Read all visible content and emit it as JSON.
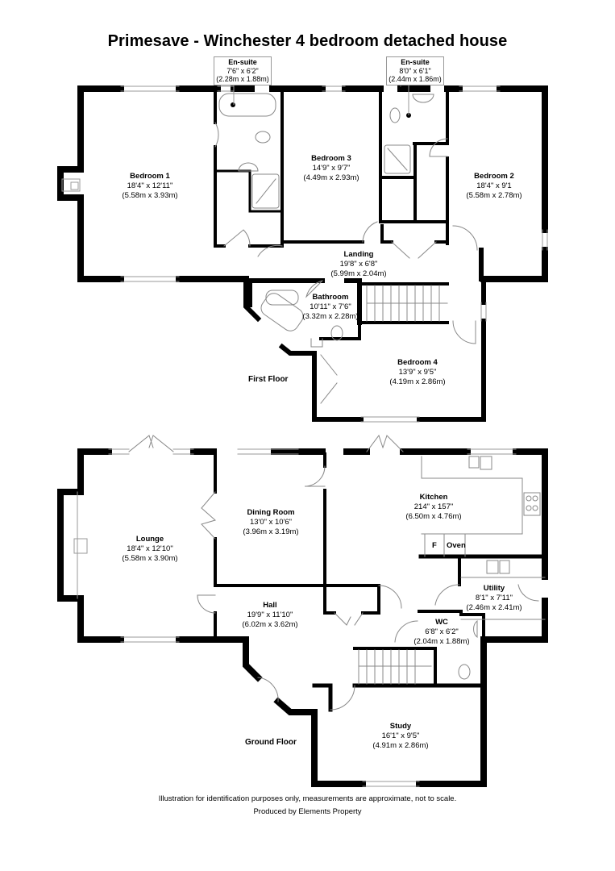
{
  "title": "Primesave - Winchester 4 bedroom detached house",
  "floors": {
    "first": {
      "label": "First Floor",
      "rooms": {
        "ensuite1": {
          "name": "En-suite",
          "imperial": "7'6\" x 6'2\"",
          "metric": "(2.28m x 1.88m)"
        },
        "ensuite2": {
          "name": "En-suite",
          "imperial": "8'0\" x 6'1\"",
          "metric": "(2.44m x 1.86m)"
        },
        "bedroom1": {
          "name": "Bedroom 1",
          "imperial": "18'4\" x 12'11\"",
          "metric": "(5.58m x 3.93m)"
        },
        "bedroom3": {
          "name": "Bedroom 3",
          "imperial": "14'9\" x 9'7\"",
          "metric": "(4.49m x 2.93m)"
        },
        "bedroom2": {
          "name": "Bedroom 2",
          "imperial": "18'4\" x 9'1",
          "metric": "(5.58m x 2.78m)"
        },
        "landing": {
          "name": "Landing",
          "imperial": "19'8\" x 6'8\"",
          "metric": "(5.99m x 2.04m)"
        },
        "bathroom": {
          "name": "Bathroom",
          "imperial": "10'11\" x 7'6\"",
          "metric": "(3.32m x 2.28m)"
        },
        "bedroom4": {
          "name": "Bedroom 4",
          "imperial": "13'9\" x 9'5\"",
          "metric": "(4.19m x 2.86m)"
        }
      }
    },
    "ground": {
      "label": "Ground Floor",
      "rooms": {
        "lounge": {
          "name": "Lounge",
          "imperial": "18'4\" x 12'10\"",
          "metric": "(5.58m x 3.90m)"
        },
        "dining": {
          "name": "Dining Room",
          "imperial": "13'0\" x 10'6\"",
          "metric": "(3.96m x 3.19m)"
        },
        "kitchen": {
          "name": "Kitchen",
          "imperial": "214\" x 157\"",
          "metric": "(6.50m x 4.76m)",
          "fridge_label": "F",
          "oven_label": "Oven"
        },
        "hall": {
          "name": "Hall",
          "imperial": "19'9\" x 11'10\"",
          "metric": "(6.02m x 3.62m)"
        },
        "utility": {
          "name": "Utility",
          "imperial": "8'1\" x 7'11\"",
          "metric": "(2.46m x 2.41m)"
        },
        "wc": {
          "name": "WC",
          "imperial": "6'8\" x 6'2\"",
          "metric": "(2.04m x 1.88m)"
        },
        "study": {
          "name": "Study",
          "imperial": "16'1\" x 9'5\"",
          "metric": "(4.91m x 2.86m)"
        }
      }
    }
  },
  "footer": {
    "disclaimer": "Illustration for identification purposes only, measurements are approximate, not to scale.",
    "credit": "Produced by Elements Property"
  },
  "colors": {
    "wall": "#000000",
    "fixture": "#888888",
    "window": "#bbbbbb"
  }
}
